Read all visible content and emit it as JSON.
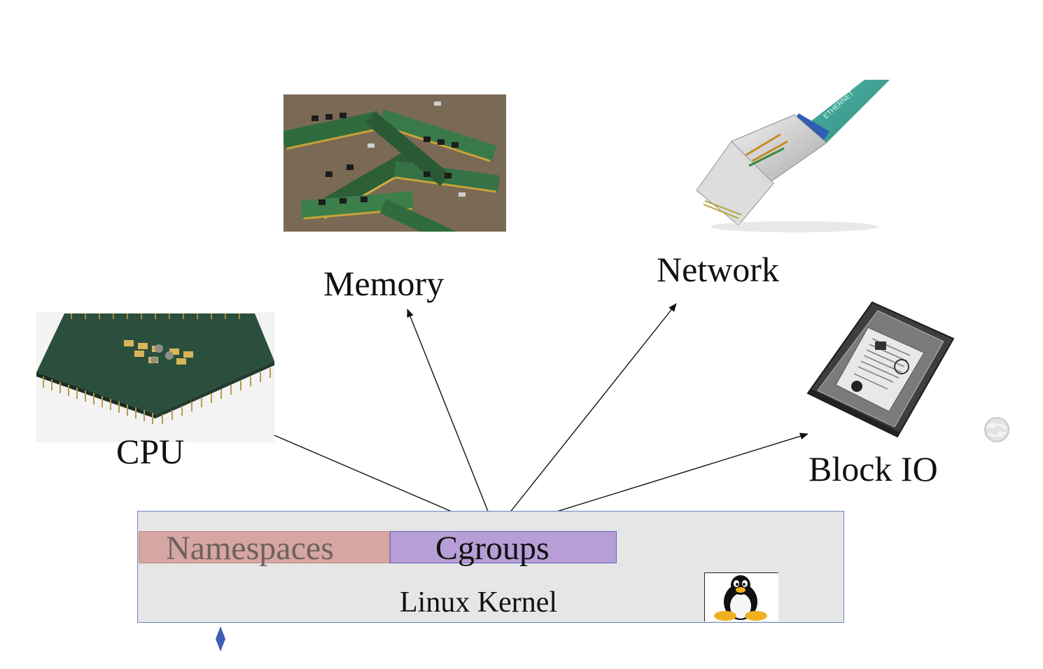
{
  "resources": {
    "cpu": "CPU",
    "memory": "Memory",
    "network": "Network",
    "block_io": "Block IO"
  },
  "kernel": {
    "namespaces": "Namespaces",
    "cgroups": "Cgroups",
    "linux_kernel": "Linux Kernel"
  },
  "colors": {
    "namespaces_fill": "#d6a6a2",
    "cgroups_fill": "#b79ed6",
    "kernel_fill": "#e6e6e6",
    "kernel_border": "#6f86c6"
  }
}
